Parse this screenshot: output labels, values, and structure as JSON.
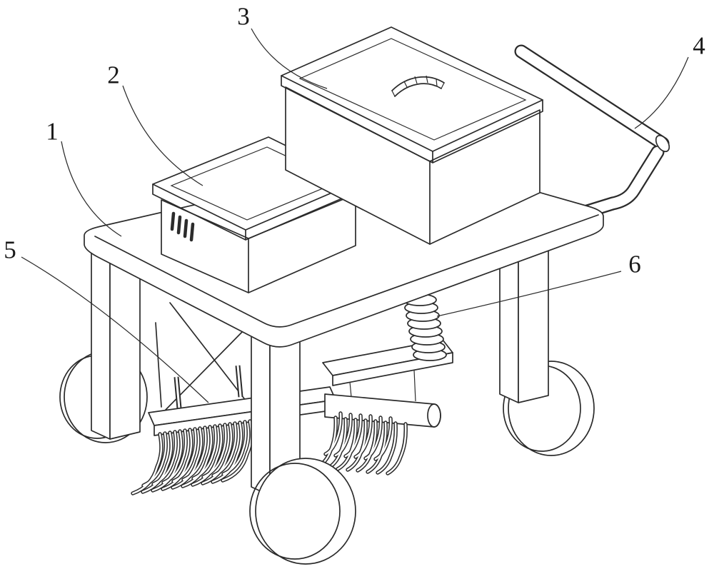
{
  "figure": {
    "background_color": "#ffffff",
    "line_color": "#2b2b2b",
    "label_color": "#1a1a1a",
    "callouts": [
      {
        "number": "1"
      },
      {
        "number": "2"
      },
      {
        "number": "3"
      },
      {
        "number": "4"
      },
      {
        "number": "5"
      },
      {
        "number": "6"
      }
    ]
  }
}
